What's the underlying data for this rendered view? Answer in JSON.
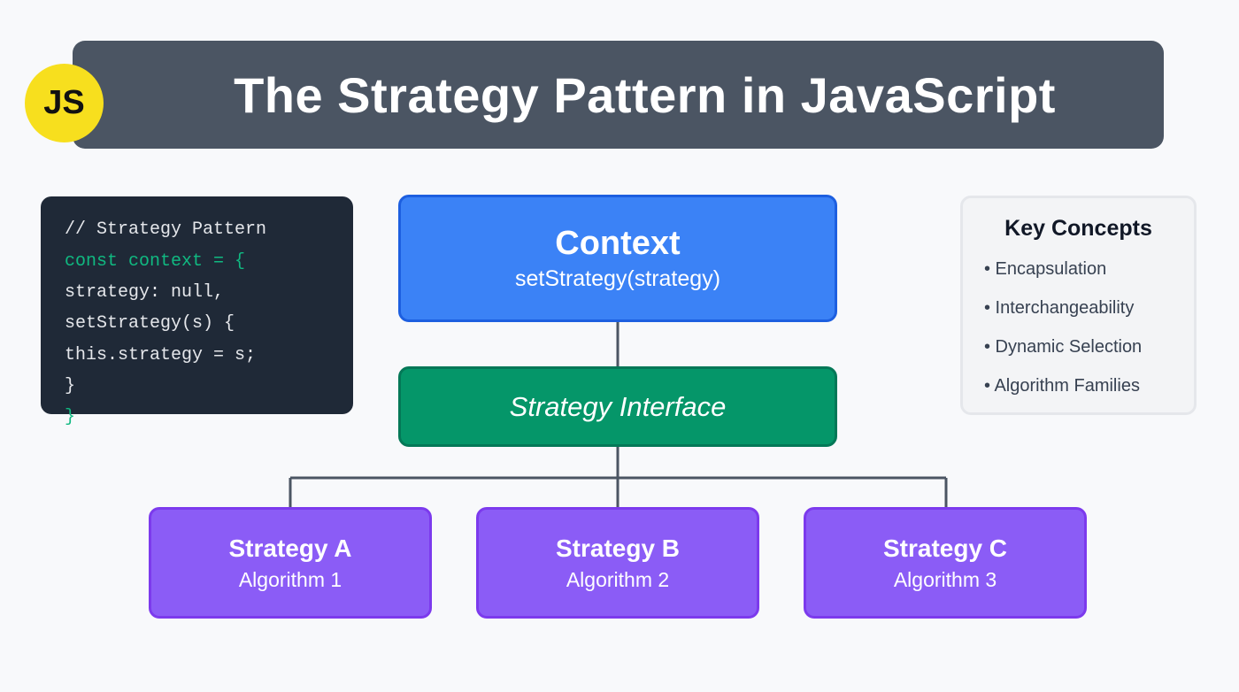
{
  "header": {
    "badge": "JS",
    "title": "The Strategy Pattern in JavaScript"
  },
  "code": {
    "lines": [
      "// Strategy Pattern",
      "const context = {",
      "strategy: null,",
      "setStrategy(s) {",
      "this.strategy = s;",
      "}",
      "}"
    ]
  },
  "diagram": {
    "context": {
      "title": "Context",
      "subtitle": "setStrategy(strategy)"
    },
    "interface": {
      "title": "Strategy Interface"
    },
    "strategies": [
      {
        "title": "Strategy A",
        "subtitle": "Algorithm 1"
      },
      {
        "title": "Strategy B",
        "subtitle": "Algorithm 2"
      },
      {
        "title": "Strategy C",
        "subtitle": "Algorithm 3"
      }
    ]
  },
  "concepts": {
    "title": "Key Concepts",
    "items": [
      "• Encapsulation",
      "• Interchangeability",
      "• Dynamic Selection",
      "• Algorithm Families"
    ]
  },
  "colors": {
    "header": "#4b5563",
    "badge": "#f7df1e",
    "context": "#3b82f6",
    "interface": "#059669",
    "strategy": "#8b5cf6",
    "code_bg": "#1f2937",
    "code_keyword": "#10b981",
    "connector": "#4b5563"
  }
}
